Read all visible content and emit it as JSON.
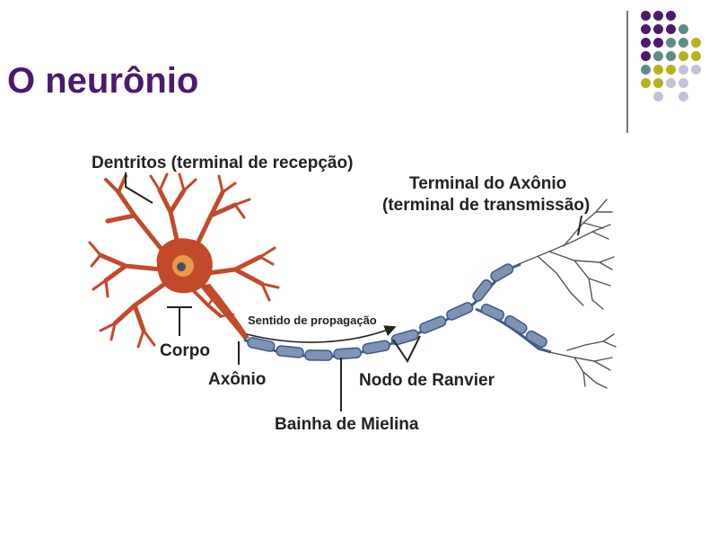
{
  "slide": {
    "title": "O neurônio"
  },
  "decoration": {
    "palette": {
      "purple": "#4b1a6e",
      "teal": "#5f8c86",
      "olive": "#b7b21c",
      "lavender": "#c7c0d6"
    },
    "dot_rows": [
      [
        "purple",
        "purple",
        "purple"
      ],
      [
        "purple",
        "purple",
        "purple",
        "teal"
      ],
      [
        "purple",
        "purple",
        "teal",
        "teal",
        "olive"
      ],
      [
        "purple",
        "teal",
        "teal",
        "olive",
        "olive"
      ],
      [
        "teal",
        "olive",
        "olive",
        "lavender",
        "lavender"
      ],
      [
        "olive",
        "olive",
        "lavender",
        "lavender"
      ],
      [
        "lavender",
        "lavender"
      ]
    ]
  },
  "diagram": {
    "labels": {
      "dendrites": "Dentritos (terminal de recepção)",
      "axon_terminal_line1": "Terminal do Axônio",
      "axon_terminal_line2": "(terminal de transmissão)",
      "propagation": "Sentido de propagação",
      "body": "Corpo",
      "axon": "Axônio",
      "ranvier": "Nodo de Ranvier",
      "myelin": "Bainha de Mielina"
    },
    "colors": {
      "neuron": "#c24a2a",
      "nucleus": "#e89a4a",
      "myelin_fill": "#7f93b5",
      "myelin_stroke": "#3d5a8a",
      "terminal_branches": "#555555",
      "pointer": "#222222"
    }
  }
}
